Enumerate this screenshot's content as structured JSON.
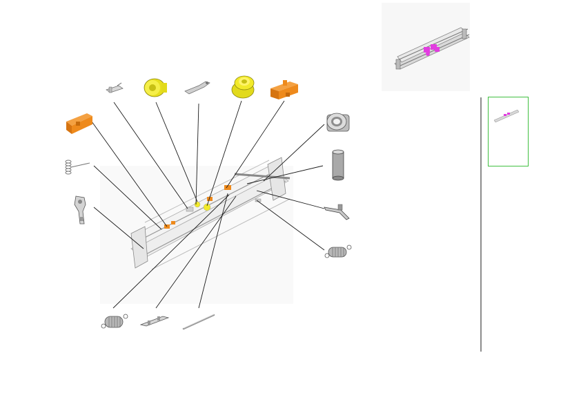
{
  "colors": {
    "background": "#ffffff",
    "leader_line": "#1a1a1a",
    "part_orange": "#ee8a1c",
    "part_yellow": "#f2ea2a",
    "part_gray": "#c9c9c9",
    "highlight_magenta": "#e23ce0",
    "thumbnail_border": "#3fbf3f"
  },
  "views": {
    "overview": {
      "name": "assembly-overview",
      "highlight": "magenta"
    },
    "thumbnail": {
      "name": "assembly-thumbnail",
      "selected": true
    }
  },
  "parts": [
    {
      "name": "orange-guide-left",
      "color": "orange"
    },
    {
      "name": "compression-spring",
      "color": "gray"
    },
    {
      "name": "pivot-lever",
      "color": "gray"
    },
    {
      "name": "small-bracket",
      "color": "gray"
    },
    {
      "name": "yellow-roller-small",
      "color": "yellow"
    },
    {
      "name": "curved-arm",
      "color": "gray"
    },
    {
      "name": "yellow-roller-large",
      "color": "yellow"
    },
    {
      "name": "orange-guide-right",
      "color": "orange"
    },
    {
      "name": "bushing",
      "color": "gray"
    },
    {
      "name": "sleeve",
      "color": "gray"
    },
    {
      "name": "link-arm",
      "color": "gray"
    },
    {
      "name": "extension-spring-right",
      "color": "gray"
    },
    {
      "name": "extension-spring-bottom",
      "color": "gray"
    },
    {
      "name": "flat-bracket",
      "color": "gray"
    },
    {
      "name": "shaft-rod",
      "color": "gray"
    }
  ]
}
